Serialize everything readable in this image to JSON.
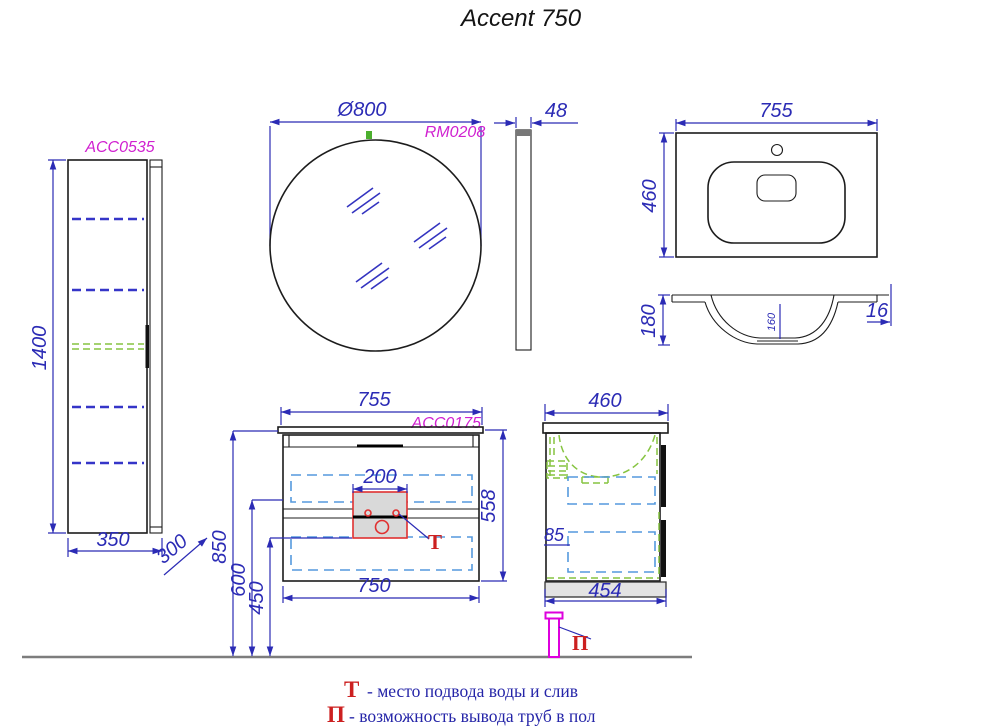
{
  "title": "Accent 750",
  "colors": {
    "dimension_blue": "#2b2bb5",
    "label_magenta": "#d020d0",
    "marker_red": "#cc2020",
    "shelf_blue": "#3535c8",
    "drawer_cyan": "#5599dd",
    "sink_green": "#86c440",
    "legend_blue": "#2525a8",
    "cutout_fill_gray": "#d9d9d9"
  },
  "tall_cabinet": {
    "code": "ACC0535",
    "height_mm": "1400",
    "width_mm": "350",
    "depth_mm": "300"
  },
  "mirror": {
    "code": "RM0208",
    "diameter_mm": "Ø800",
    "thickness_mm": "48"
  },
  "washbasin_top": {
    "width_mm": "755",
    "depth_mm": "460"
  },
  "washbasin_front": {
    "height_mm": "180",
    "bowl_depth_mm": "160",
    "rim_mm": "16"
  },
  "vanity_front": {
    "code": "ACC0175",
    "top_width_mm": "755",
    "cutout_width_mm": "200",
    "body_height_mm": "558",
    "bottom_width_mm": "750",
    "height_total_mm": "850",
    "height_mid_mm": "600",
    "height_low_mm": "450",
    "water_mark": "Т"
  },
  "vanity_side": {
    "top_depth_mm": "460",
    "drawer_gap_mm": "85",
    "bottom_depth_mm": "454",
    "floor_mark": "П"
  },
  "legend": {
    "water_symbol": "Т",
    "water_text": "- место подвода воды и слив",
    "floor_symbol": "П",
    "floor_text": "- возможность вывода труб в пол"
  }
}
